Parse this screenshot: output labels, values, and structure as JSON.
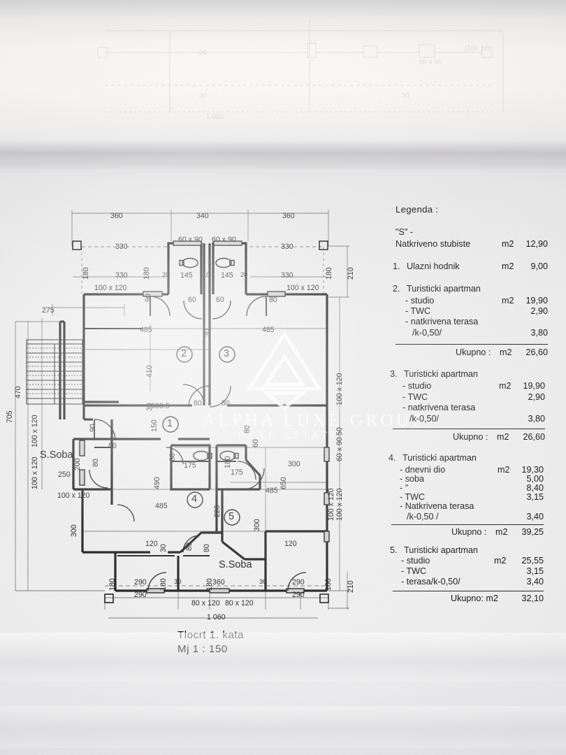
{
  "document": {
    "type": "architectural-floor-plan",
    "title": "Tlocrt  1. kata",
    "scale": "Mj  1 : 150",
    "watermark": {
      "line1": "ALPHA LUXE GROUP",
      "line2": "REAL ESTATE"
    }
  },
  "legend": {
    "heading": "Legenda :",
    "entries": [
      {
        "key": "\"S\" -",
        "name": "Natkriveno  stubiste",
        "unit": "m2",
        "value": "12,90",
        "items": [],
        "total": null
      },
      {
        "key": "1.",
        "name": "Ulazni  hodnik",
        "unit": "m2",
        "value": "9,00",
        "items": [],
        "total": null
      },
      {
        "key": "2.",
        "name": "Turisticki  apartman",
        "unit": "",
        "value": "",
        "items": [
          {
            "label": "- studio",
            "unit": "m2",
            "value": "19,90"
          },
          {
            "label": "- TWC",
            "unit": "",
            "value": "2,90"
          },
          {
            "label": "-  natkrivena terasa",
            "unit": "",
            "value": ""
          },
          {
            "label": "/k-0,50/",
            "unit": "",
            "value": "3,80"
          }
        ],
        "total": {
          "label": "Ukupno :",
          "unit": "m2",
          "value": "26,60"
        }
      },
      {
        "key": "3.",
        "name": "Turisticki  apartman",
        "unit": "",
        "value": "",
        "items": [
          {
            "label": "- studio",
            "unit": "m2",
            "value": "19,90"
          },
          {
            "label": "- TWC",
            "unit": "",
            "value": "2,90"
          },
          {
            "label": "-  natkrivena terasa",
            "unit": "",
            "value": ""
          },
          {
            "label": "/k-0,50/",
            "unit": "",
            "value": "3,80"
          }
        ],
        "total": {
          "label": "Ukupno :",
          "unit": "m2",
          "value": "26,60"
        }
      },
      {
        "key": "4.",
        "name": "Turisticki  apartman",
        "unit": "",
        "value": "",
        "items": [
          {
            "label": "- dnevni  dio",
            "unit": "m2",
            "value": "19,30"
          },
          {
            "label": "-  soba",
            "unit": "",
            "value": "5,00"
          },
          {
            "label": "-    \"",
            "unit": "",
            "value": "8,40"
          },
          {
            "label": "-  TWC",
            "unit": "",
            "value": "3,15"
          },
          {
            "label": "-  Natkrivena terasa",
            "unit": "",
            "value": ""
          },
          {
            "label": "/k-0,50 /",
            "unit": "",
            "value": "3,40"
          }
        ],
        "total": {
          "label": "Ukupno :",
          "unit": "m2",
          "value": "39,25"
        }
      },
      {
        "key": "5.",
        "name": "Turisticki  apartman",
        "unit": "",
        "value": "",
        "items": [
          {
            "label": "- studio",
            "unit": "m2",
            "value": "25,55"
          },
          {
            "label": "- TWC",
            "unit": "",
            "value": "3,15"
          },
          {
            "label": "-  terasa/k-0,50/",
            "unit": "",
            "value": "3,40"
          }
        ],
        "total": {
          "label": "Ukupno: m2",
          "unit": "",
          "value": "32,10"
        }
      }
    ]
  },
  "plan": {
    "room_numbers": [
      "1",
      "2",
      "3",
      "4",
      "5"
    ],
    "room_labels": [
      "S.Soba",
      "S.Soba"
    ],
    "overall_width": "1 060",
    "dimensions_top": [
      "360",
      "340",
      "360"
    ],
    "dimensions_bottom": [
      "290",
      "290",
      "360",
      "290",
      "290"
    ],
    "dimensions_left": [
      "705",
      "470",
      "275"
    ],
    "dimensions_right": [
      "210",
      "210"
    ],
    "openings": {
      "windows": [
        "100 x 120",
        "60 x 90",
        "80 x 120",
        "50"
      ],
      "doors": [
        "60",
        "80",
        "90",
        "30",
        "20",
        "10"
      ]
    },
    "interior_dims": [
      "330",
      "330",
      "330",
      "180",
      "145",
      "145",
      "485",
      "485",
      "410",
      "150",
      "600.5",
      "490",
      "485",
      "650",
      "300",
      "300",
      "175",
      "175",
      "120",
      "120",
      "250",
      "200",
      "220",
      "360",
      "180",
      "210"
    ]
  }
}
